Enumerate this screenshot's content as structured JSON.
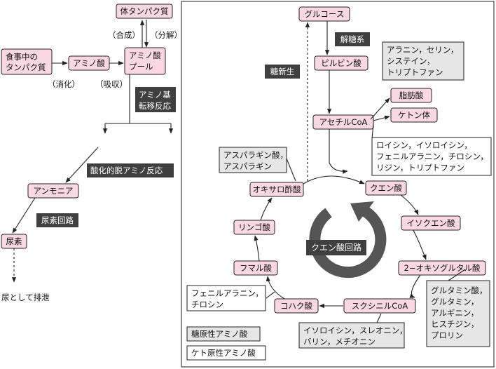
{
  "left": {
    "protein": "体タンパク質",
    "synthesis": "（合成）",
    "degradation": "（分解）",
    "dietary_protein": [
      "食事中の",
      "タンパク質"
    ],
    "amino_acid": "アミノ酸",
    "amino_pool": [
      "アミノ酸",
      "プール"
    ],
    "digestion": "（消化）",
    "absorption": "（吸収）",
    "transamination": [
      "アミノ基",
      "転移反応"
    ],
    "oxidative_deamination": "酸化的脱アミノ反応",
    "ammonia": "アンモニア",
    "urea_cycle": "尿素回路",
    "urea": "尿素",
    "excretion": "尿として排泄"
  },
  "right": {
    "glucose": "グルコース",
    "glycolysis": "解糖系",
    "gluconeogenesis": "糖新生",
    "pyruvate": "ピルビン酸",
    "pyruvate_aas": [
      "アラニン，セリン，",
      "システイン，",
      "トリプトファン"
    ],
    "fatty_acid": "脂肪酸",
    "ketone": "ケトン体",
    "acetyl_coa": "アセチルCoA",
    "acetyl_aas": [
      "ロイシン，イソロイシン，",
      "フェニルアラニン，チロシン，",
      "リジン，トリプトファン"
    ],
    "asp_aas": [
      "アスパラギン酸，",
      "アスパラギン"
    ],
    "oxaloacetate": "オキサロ酢酸",
    "citrate": "クエン酸",
    "malate": "リンゴ酸",
    "isocitrate": "イソクエン酸",
    "tca": "クエン酸回路",
    "fumarate": "フマル酸",
    "oxoglutarate": "2−オキソグルタル酸",
    "fum_aas": [
      "フェニルアラニン，",
      "チロシン"
    ],
    "glu_aas": [
      "グルタミン酸，",
      "グルタミン，",
      "アルギニン，",
      "ヒスチジン，",
      "プロリン"
    ],
    "succinate": "コハク酸",
    "succinyl_coa": "スクシニルCoA",
    "succ_aas": [
      "イソロイシン，スレオニン，",
      "バリン，メチオニン"
    ],
    "legend_glucogenic": "糖原性アミノ酸",
    "legend_ketogenic": "ケト原性アミノ酸"
  },
  "colors": {
    "metabolite_fill": "#f9d8e4",
    "glucogenic_fill": "#e6e6e6",
    "ketogenic_fill": "#ffffff",
    "label_dark": "#3f3f3f",
    "cycle_arrow": "#555555"
  }
}
